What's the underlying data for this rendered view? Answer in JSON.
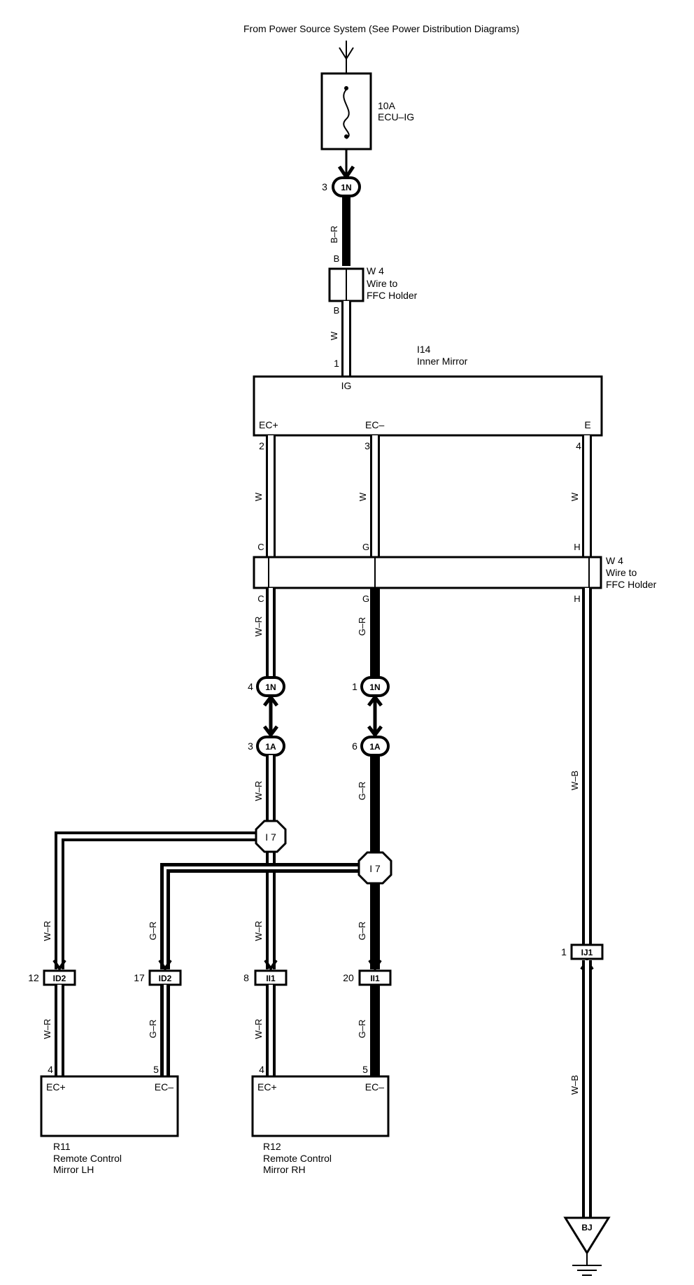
{
  "source_label": "From Power Source System (See Power Distribution Diagrams)",
  "fuse": {
    "rating": "10A",
    "name": "ECU–IG"
  },
  "conn_1n_top": {
    "id": "1N",
    "pin": "3"
  },
  "wire_top": "B–R",
  "w4_top": {
    "id": "W 4",
    "line1": "Wire to",
    "line2": "FFC Holder",
    "pin_in": "B",
    "pin_out": "B"
  },
  "wire_w_top": "W",
  "mirror": {
    "id": "I14",
    "name": "Inner Mirror",
    "pin_ig": "1",
    "term_ig": "IG",
    "term_ecp": "EC+",
    "term_ecm": "EC–",
    "term_e": "E",
    "pin_ecp": "2",
    "pin_ecm": "3",
    "pin_e": "4"
  },
  "wires_mid": {
    "a": "W",
    "b": "W",
    "c": "W"
  },
  "w4_mid": {
    "id": "W 4",
    "line1": "Wire to",
    "line2": "FFC Holder",
    "pin_c": "C",
    "pin_g": "G",
    "pin_h": "H"
  },
  "wire_wr": "W–R",
  "wire_gr": "G–R",
  "wire_wb": "W–B",
  "conn_1n_left": {
    "id": "1N",
    "pin": "4"
  },
  "conn_1n_right": {
    "id": "1N",
    "pin": "1"
  },
  "conn_1a_left": {
    "id": "1A",
    "pin": "3"
  },
  "conn_1a_right": {
    "id": "1A",
    "pin": "6"
  },
  "junction_left": "I 7",
  "junction_right": "I 7",
  "conn_id2_a": {
    "id": "ID2",
    "pin": "12"
  },
  "conn_id2_b": {
    "id": "ID2",
    "pin": "17"
  },
  "conn_ii1_a": {
    "id": "II1",
    "pin": "8"
  },
  "conn_ii1_b": {
    "id": "II1",
    "pin": "20"
  },
  "conn_ij1": {
    "id": "IJ1",
    "pin": "1"
  },
  "r11": {
    "id": "R11",
    "line1": "Remote Control",
    "line2": "Mirror LH",
    "term_ecp": "EC+",
    "term_ecm": "EC–",
    "pin_ecp": "4",
    "pin_ecm": "5"
  },
  "r12": {
    "id": "R12",
    "line1": "Remote Control",
    "line2": "Mirror RH",
    "term_ecp": "EC+",
    "term_ecm": "EC–",
    "pin_ecp": "4",
    "pin_ecm": "5"
  },
  "ground": "BJ"
}
